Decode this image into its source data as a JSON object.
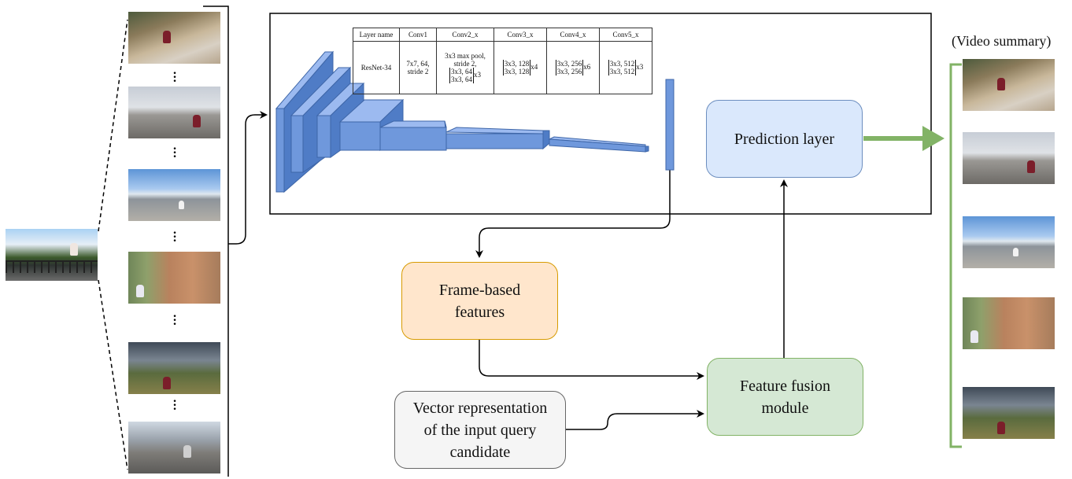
{
  "resnet_table": {
    "headers": [
      "Layer name",
      "Conv1",
      "Conv2_x",
      "Conv3_x",
      "Conv4_x",
      "Conv5_x"
    ],
    "row_label": "ResNet-34",
    "conv1": [
      "7x7, 64,",
      "stride 2"
    ],
    "conv2_pre": [
      "3x3 max pool,",
      "stride 2,"
    ],
    "conv2_matrix": [
      "3x3, 64",
      "3x3, 64"
    ],
    "conv2_mult": "x3",
    "conv3_matrix": [
      "3x3, 128",
      "3x3, 128"
    ],
    "conv3_mult": "x4",
    "conv4_matrix": [
      "3x3, 256",
      "3x3, 256"
    ],
    "conv4_mult": "x6",
    "conv5_matrix": [
      "3x3, 512",
      "3x3, 512"
    ],
    "conv5_mult": "x3"
  },
  "boxes": {
    "prediction": "Prediction layer",
    "frame_features": [
      "Frame-based",
      "features"
    ],
    "fusion": [
      "Feature fusion",
      "module"
    ],
    "query": [
      "Vector representation",
      "of the input query",
      "candidate"
    ]
  },
  "summary_label": "(Video summary)",
  "colors": {
    "cnn_blue": "#6f98dc",
    "prediction_fill": "#dae8fc",
    "prediction_border": "#6c8ebf",
    "frame_fill": "#ffe6cc",
    "frame_border": "#d79b00",
    "fusion_fill": "#d5e8d4",
    "fusion_border": "#82b366",
    "query_fill": "#f5f5f5",
    "query_border": "#666666",
    "summary_green": "#82b366"
  }
}
